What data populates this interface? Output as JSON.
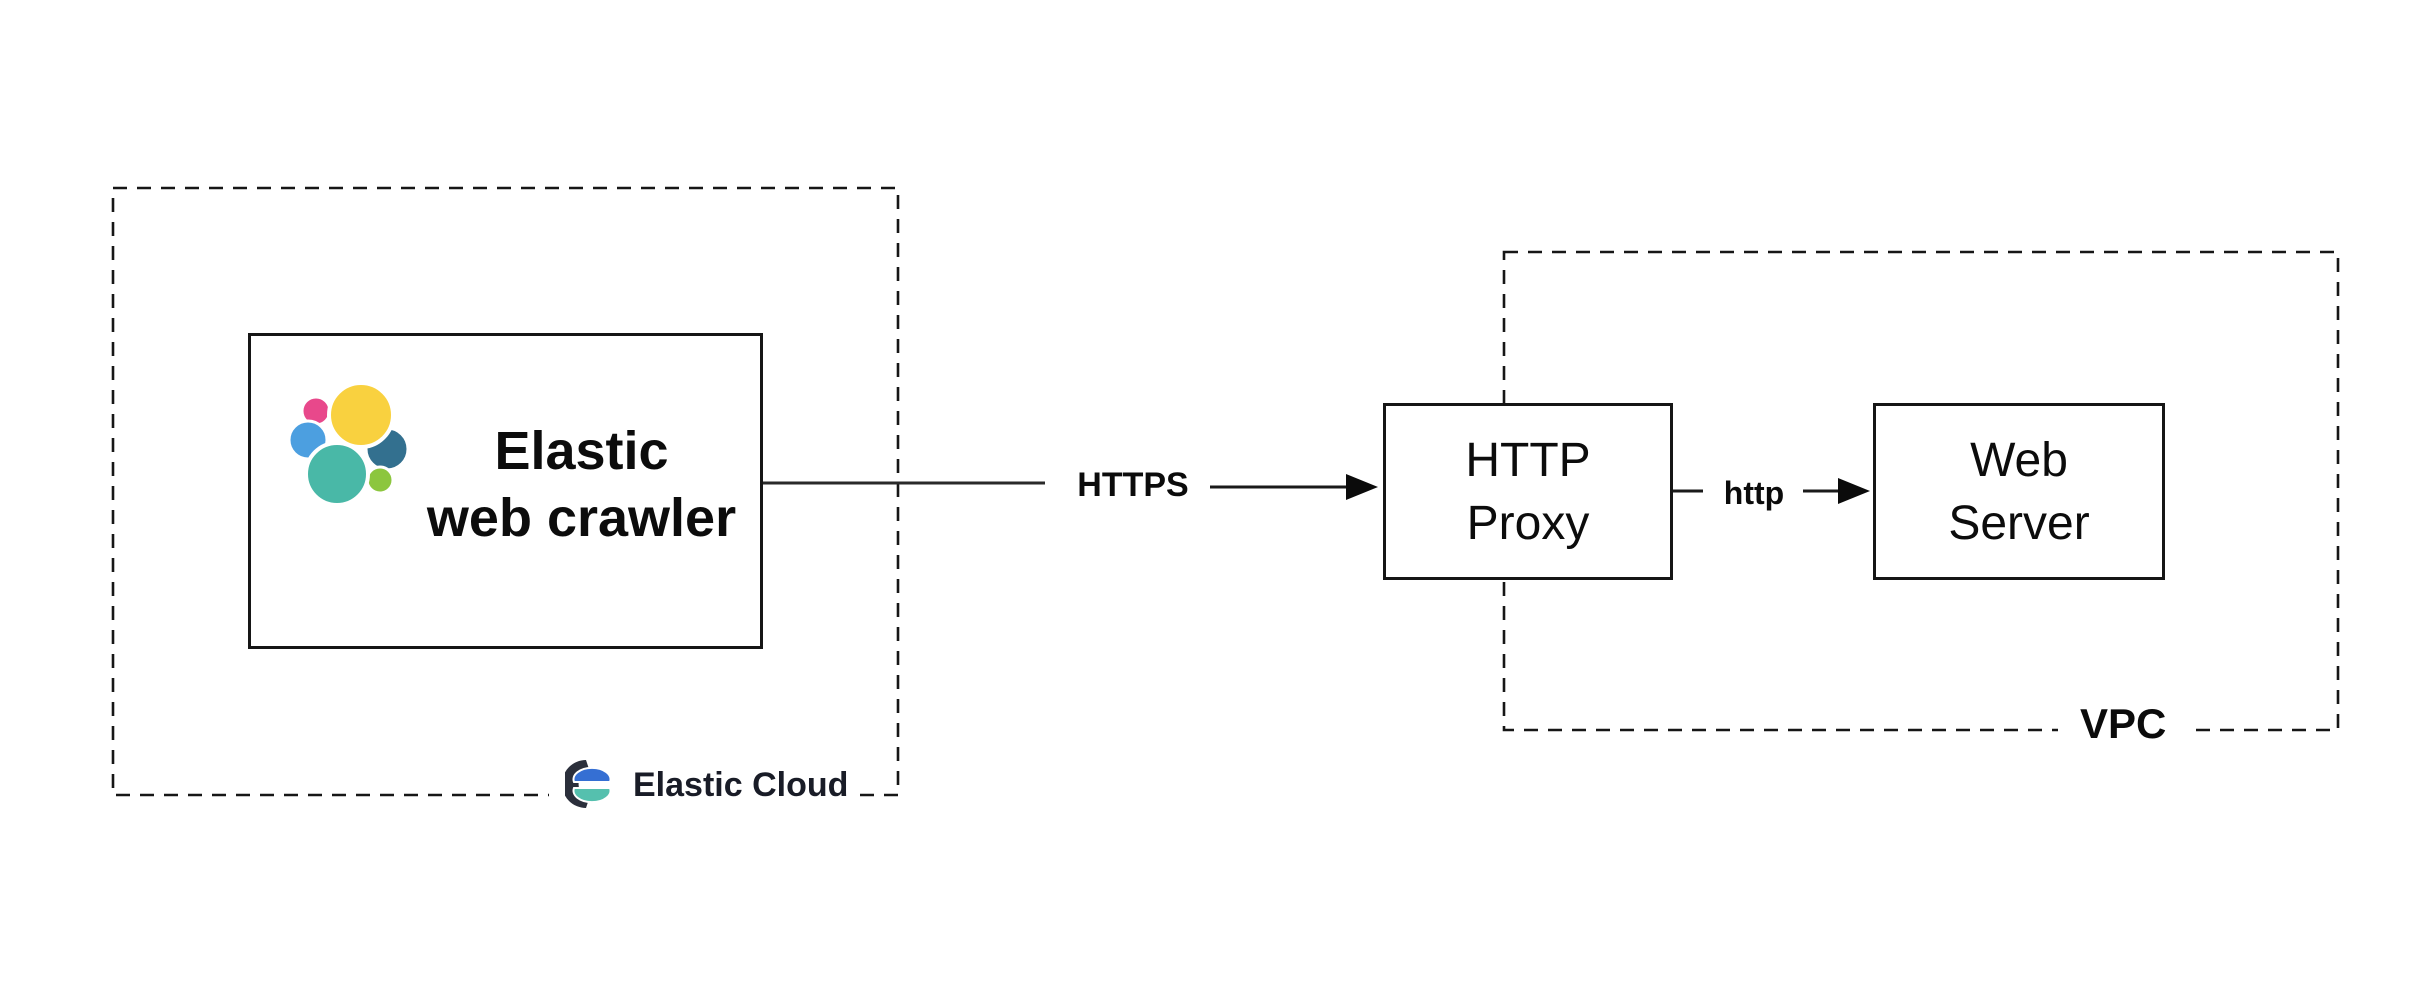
{
  "groups": {
    "elastic_cloud": {
      "label": "Elastic Cloud"
    },
    "vpc": {
      "label": "VPC"
    }
  },
  "nodes": {
    "crawler": {
      "line1": "Elastic",
      "line2": "web crawler"
    },
    "proxy": {
      "line1": "HTTP",
      "line2": "Proxy"
    },
    "web_server": {
      "line1": "Web",
      "line2": "Server"
    }
  },
  "connections": {
    "crawler_to_proxy": {
      "label": "HTTPS"
    },
    "proxy_to_server": {
      "label": "http"
    }
  },
  "icons": {
    "elasticsearch_logo": {
      "name": "elasticsearch-cluster-logo",
      "colors": {
        "pink": "#e8488b",
        "yellow": "#f9d13f",
        "blue": "#4c9fe0",
        "steel": "#33708f",
        "teal": "#49b8a7",
        "green": "#8cc63e"
      }
    },
    "elastic_cloud_logo": {
      "name": "elastic-cloud-logo",
      "colors": {
        "blue": "#356fd3",
        "teal": "#55c0ae",
        "dark": "#2b2f3b"
      }
    }
  },
  "style": {
    "wire_color": "#2a2a2a",
    "border_color": "#161616"
  }
}
